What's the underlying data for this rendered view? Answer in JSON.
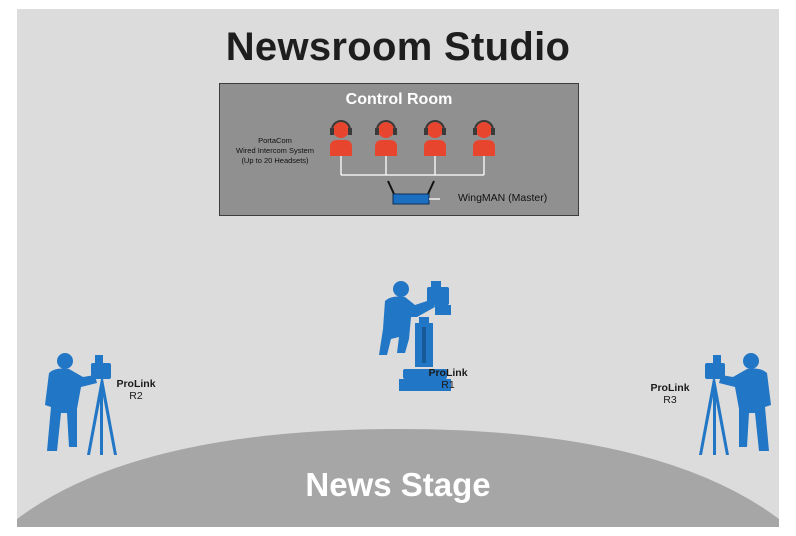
{
  "title": "Newsroom Studio",
  "control_room": {
    "title": "Control Room",
    "intercom_label": [
      "PortaCom",
      "Wired Intercom System",
      "(Up to 20 Headsets)"
    ],
    "master_label": "WingMAN (Master)",
    "headset_count": 4,
    "headset_color": "#e8452f",
    "master_color": "#1b6fc0"
  },
  "cameras": [
    {
      "id": "R2",
      "name": "ProLink",
      "sub": "R2"
    },
    {
      "id": "R1",
      "name": "ProLink",
      "sub": "R1"
    },
    {
      "id": "R3",
      "name": "ProLink",
      "sub": "R3"
    }
  ],
  "stage_label": "News Stage",
  "colors": {
    "background": "#dcdcdc",
    "control_room": "#909090",
    "stage": "#a6a6a6",
    "camera_operator": "#2176c5"
  }
}
